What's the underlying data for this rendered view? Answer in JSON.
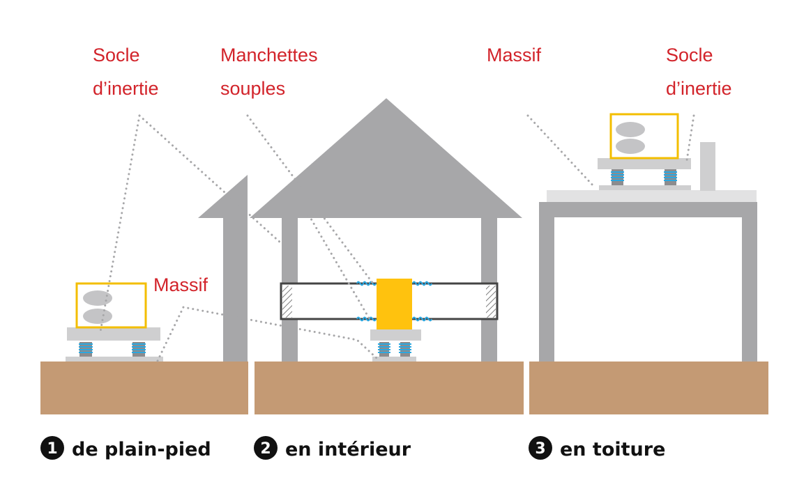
{
  "labels": {
    "socle_left_1": "Socle",
    "socle_left_2": "d’inertie",
    "manchettes_1": "Manchettes",
    "manchettes_2": "souples",
    "massif_top": "Massif",
    "socle_right_1": "Socle",
    "socle_right_2": "d’inertie",
    "massif_left": "Massif"
  },
  "captions": [
    {
      "number": "1",
      "text": "de plain-pied"
    },
    {
      "number": "2",
      "text": "en intérieur"
    },
    {
      "number": "3",
      "text": "en toiture"
    }
  ],
  "colors": {
    "label_red": "#d2232a",
    "ground": "#c49a74",
    "structure_gray": "#a7a7a9",
    "light_gray": "#cfcfd0",
    "pale_gray": "#e2e2e3",
    "unit_yellow": "#f3be00",
    "fill_yellow": "#ffc20e",
    "spring_blue": "#2aa7e0",
    "leader_dots": "#a7a7a9",
    "caption_black": "#111111"
  }
}
